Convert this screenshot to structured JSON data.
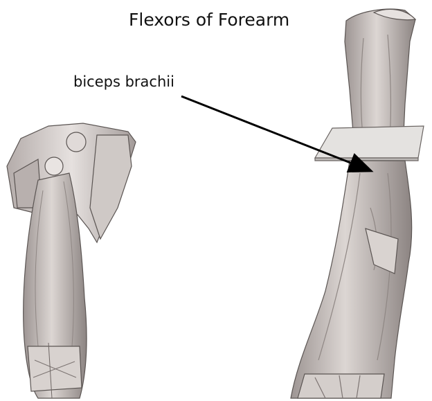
{
  "slide": {
    "title": "Flexors of Forearm"
  },
  "annotations": [
    {
      "label": "biceps brachii"
    }
  ],
  "figures": [
    {
      "name": "left-arm-anterior-illustration"
    },
    {
      "name": "right-arm-sectioned-illustration"
    }
  ],
  "colors": {
    "muscle": "#c9c2bf",
    "muscle_dark": "#8f8784",
    "outline": "#5a5452",
    "arrow": "#000000"
  }
}
